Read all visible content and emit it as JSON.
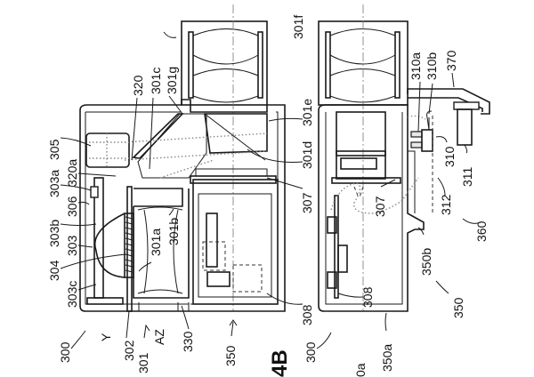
{
  "figure": {
    "id_label": "4B",
    "partial_label": "0a",
    "orientation": "rotated 90° counter-clockwise",
    "left_view": {
      "labels": {
        "l300": "300",
        "l301": "301",
        "l301a": "301a",
        "l301b": "301b",
        "l301c": "301c",
        "l301d": "301d",
        "l301e": "301e",
        "l301f": "301f",
        "l301g": "301g",
        "l302": "302",
        "l303": "303",
        "l303a": "303a",
        "l303b": "303b",
        "l303c": "303c",
        "l304": "304",
        "l305": "305",
        "l306": "306",
        "l307": "307",
        "l308": "308",
        "l320": "320",
        "l320a": "320a",
        "l330": "330",
        "l350": "350",
        "lY": "Y",
        "lAZ": "AZ"
      }
    },
    "right_view": {
      "labels": {
        "l300": "300",
        "l307": "307",
        "l308": "308",
        "l310": "310",
        "l310a": "310a",
        "l310b": "310b",
        "l311": "311",
        "l312": "312",
        "l350": "350",
        "l350a": "350a",
        "l350b": "350b",
        "l360": "360",
        "l370": "370"
      }
    }
  }
}
